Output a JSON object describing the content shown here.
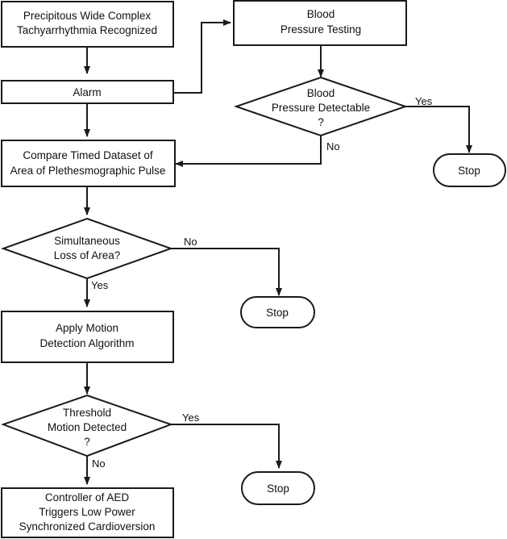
{
  "nodes": {
    "recognized": {
      "lines": [
        "Precipitous Wide Complex",
        "Tachyarrhythmia Recognized"
      ]
    },
    "alarm": {
      "lines": [
        "Alarm"
      ]
    },
    "bp_testing": {
      "lines": [
        "Blood",
        "Pressure Testing"
      ]
    },
    "bp_detectable": {
      "lines": [
        "Blood",
        "Pressure Detectable",
        "?"
      ]
    },
    "stop_bp": {
      "lines": [
        "Stop"
      ]
    },
    "compare": {
      "lines": [
        "Compare Timed Dataset of",
        "Area of Plethesmographic Pulse"
      ]
    },
    "simultaneous_loss": {
      "lines": [
        "Simultaneous",
        "Loss of Area?"
      ]
    },
    "stop_area": {
      "lines": [
        "Stop"
      ]
    },
    "motion_algorithm": {
      "lines": [
        "Apply Motion",
        "Detection Algorithm"
      ]
    },
    "threshold_motion": {
      "lines": [
        "Threshold",
        "Motion Detected",
        "?"
      ]
    },
    "stop_motion": {
      "lines": [
        "Stop"
      ]
    },
    "cardioversion": {
      "lines": [
        "Controller of AED",
        "Triggers Low Power",
        "Synchronized Cardioversion"
      ]
    }
  },
  "edge_labels": {
    "bp_yes": "Yes",
    "bp_no": "No",
    "area_no": "No",
    "area_yes": "Yes",
    "motion_yes": "Yes",
    "motion_no": "No"
  }
}
